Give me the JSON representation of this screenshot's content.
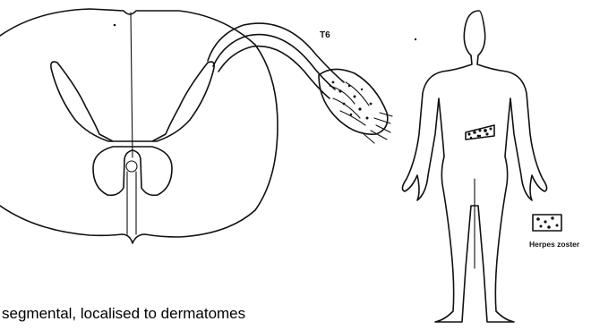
{
  "labels": {
    "segment": "T6",
    "legend": "Herpes zoster"
  },
  "caption": "segmental, localised to dermatomes",
  "icons": {
    "spinal_cord": "spinal-cord-cross-section-icon",
    "nerve": "spinal-nerve-icon",
    "body": "human-body-outline-icon",
    "rash": "herpes-rash-band-icon",
    "legend_swatch": "rash-legend-swatch-icon"
  }
}
